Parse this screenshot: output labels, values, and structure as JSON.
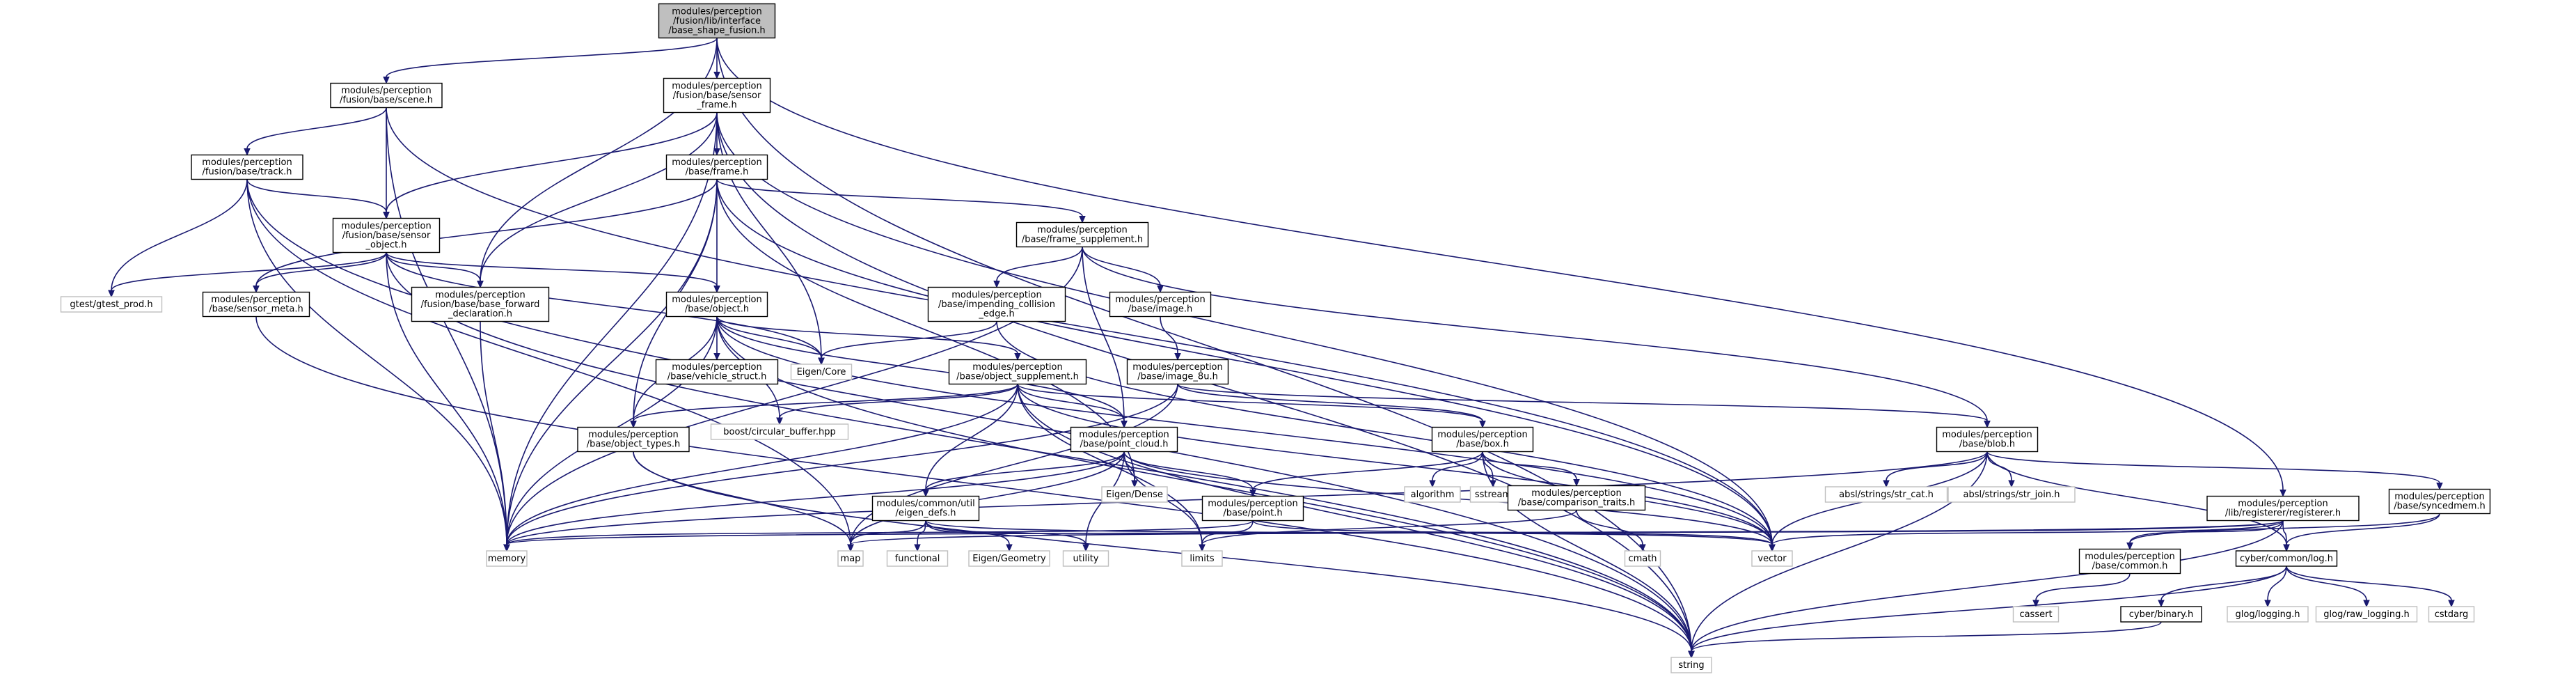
{
  "colors": {
    "edge": "#191970",
    "root_fill": "#bfbfbf",
    "system_border": "#bfbfbf",
    "node_border": "#000000"
  },
  "nodes": [
    {
      "id": "root",
      "kind": "root",
      "lines": [
        "modules/perception",
        "/fusion/lib/interface",
        "/base_shape_fusion.h"
      ]
    },
    {
      "id": "scene",
      "kind": "project",
      "lines": [
        "modules/perception",
        "/fusion/base/scene.h"
      ]
    },
    {
      "id": "sensor_frame",
      "kind": "project",
      "lines": [
        "modules/perception",
        "/fusion/base/sensor",
        "_frame.h"
      ]
    },
    {
      "id": "track",
      "kind": "project",
      "lines": [
        "modules/perception",
        "/fusion/base/track.h"
      ]
    },
    {
      "id": "frame",
      "kind": "project",
      "lines": [
        "modules/perception",
        "/base/frame.h"
      ]
    },
    {
      "id": "sensor_object",
      "kind": "project",
      "lines": [
        "modules/perception",
        "/fusion/base/sensor",
        "_object.h"
      ]
    },
    {
      "id": "frame_supplement",
      "kind": "project",
      "lines": [
        "modules/perception",
        "/base/frame_supplement.h"
      ]
    },
    {
      "id": "gtest",
      "kind": "system",
      "lines": [
        "gtest/gtest_prod.h"
      ]
    },
    {
      "id": "sensor_meta",
      "kind": "project",
      "lines": [
        "modules/perception",
        "/base/sensor_meta.h"
      ]
    },
    {
      "id": "base_forward",
      "kind": "project",
      "lines": [
        "modules/perception",
        "/fusion/base/base_forward",
        "_declaration.h"
      ]
    },
    {
      "id": "object",
      "kind": "project",
      "lines": [
        "modules/perception",
        "/base/object.h"
      ]
    },
    {
      "id": "impending",
      "kind": "project",
      "lines": [
        "modules/perception",
        "/base/impending_collision",
        "_edge.h"
      ]
    },
    {
      "id": "image",
      "kind": "project",
      "lines": [
        "modules/perception",
        "/base/image.h"
      ]
    },
    {
      "id": "vehicle_struct",
      "kind": "project",
      "lines": [
        "modules/perception",
        "/base/vehicle_struct.h"
      ]
    },
    {
      "id": "eigen_core",
      "kind": "system",
      "lines": [
        "Eigen/Core"
      ]
    },
    {
      "id": "object_supplement",
      "kind": "project",
      "lines": [
        "modules/perception",
        "/base/object_supplement.h"
      ]
    },
    {
      "id": "image_8u",
      "kind": "project",
      "lines": [
        "modules/perception",
        "/base/image_8u.h"
      ]
    },
    {
      "id": "object_types",
      "kind": "project",
      "lines": [
        "modules/perception",
        "/base/object_types.h"
      ]
    },
    {
      "id": "circular_buffer",
      "kind": "system",
      "lines": [
        "boost/circular_buffer.hpp"
      ]
    },
    {
      "id": "point_cloud",
      "kind": "project",
      "lines": [
        "modules/perception",
        "/base/point_cloud.h"
      ]
    },
    {
      "id": "box",
      "kind": "project",
      "lines": [
        "modules/perception",
        "/base/box.h"
      ]
    },
    {
      "id": "blob",
      "kind": "project",
      "lines": [
        "modules/perception",
        "/base/blob.h"
      ]
    },
    {
      "id": "eigen_defs",
      "kind": "project",
      "lines": [
        "modules/common/util",
        "/eigen_defs.h"
      ]
    },
    {
      "id": "eigen_dense",
      "kind": "system",
      "lines": [
        "Eigen/Dense"
      ]
    },
    {
      "id": "point",
      "kind": "project",
      "lines": [
        "modules/perception",
        "/base/point.h"
      ]
    },
    {
      "id": "algorithm",
      "kind": "system",
      "lines": [
        "algorithm"
      ]
    },
    {
      "id": "sstream",
      "kind": "system",
      "lines": [
        "sstream"
      ]
    },
    {
      "id": "comparison_traits",
      "kind": "project",
      "lines": [
        "modules/perception",
        "/base/comparison_traits.h"
      ]
    },
    {
      "id": "str_cat",
      "kind": "system",
      "lines": [
        "absl/strings/str_cat.h"
      ]
    },
    {
      "id": "str_join",
      "kind": "system",
      "lines": [
        "absl/strings/str_join.h"
      ]
    },
    {
      "id": "registerer",
      "kind": "project",
      "lines": [
        "modules/perception",
        "/lib/registerer/registerer.h"
      ]
    },
    {
      "id": "syncedmem",
      "kind": "project",
      "lines": [
        "modules/perception",
        "/base/syncedmem.h"
      ]
    },
    {
      "id": "memory",
      "kind": "system",
      "lines": [
        "memory"
      ]
    },
    {
      "id": "map",
      "kind": "system",
      "lines": [
        "map"
      ]
    },
    {
      "id": "functional",
      "kind": "system",
      "lines": [
        "functional"
      ]
    },
    {
      "id": "eigen_geometry",
      "kind": "system",
      "lines": [
        "Eigen/Geometry"
      ]
    },
    {
      "id": "utility",
      "kind": "system",
      "lines": [
        "utility"
      ]
    },
    {
      "id": "limits",
      "kind": "system",
      "lines": [
        "limits"
      ]
    },
    {
      "id": "vector",
      "kind": "system",
      "lines": [
        "vector"
      ]
    },
    {
      "id": "cmath",
      "kind": "system",
      "lines": [
        "cmath"
      ]
    },
    {
      "id": "base_common",
      "kind": "project",
      "lines": [
        "modules/perception",
        "/base/common.h"
      ]
    },
    {
      "id": "log",
      "kind": "project",
      "lines": [
        "cyber/common/log.h"
      ]
    },
    {
      "id": "cassert",
      "kind": "system",
      "lines": [
        "cassert"
      ]
    },
    {
      "id": "binary",
      "kind": "project",
      "lines": [
        "cyber/binary.h"
      ]
    },
    {
      "id": "glog_logging",
      "kind": "system",
      "lines": [
        "glog/logging.h"
      ]
    },
    {
      "id": "glog_raw",
      "kind": "system",
      "lines": [
        "glog/raw_logging.h"
      ]
    },
    {
      "id": "cstdarg",
      "kind": "system",
      "lines": [
        "cstdarg"
      ]
    },
    {
      "id": "string",
      "kind": "system",
      "lines": [
        "string"
      ]
    }
  ],
  "edges": [
    [
      "root",
      "scene"
    ],
    [
      "root",
      "sensor_frame"
    ],
    [
      "root",
      "base_forward"
    ],
    [
      "root",
      "registerer"
    ],
    [
      "root",
      "string"
    ],
    [
      "scene",
      "track"
    ],
    [
      "scene",
      "sensor_object"
    ],
    [
      "scene",
      "memory"
    ],
    [
      "scene",
      "vector"
    ],
    [
      "sensor_frame",
      "frame"
    ],
    [
      "sensor_frame",
      "sensor_object"
    ],
    [
      "sensor_frame",
      "base_forward"
    ],
    [
      "sensor_frame",
      "eigen_core"
    ],
    [
      "sensor_frame",
      "memory"
    ],
    [
      "sensor_frame",
      "string"
    ],
    [
      "sensor_frame",
      "vector"
    ],
    [
      "track",
      "sensor_object"
    ],
    [
      "track",
      "gtest"
    ],
    [
      "track",
      "map"
    ],
    [
      "track",
      "memory"
    ],
    [
      "track",
      "string"
    ],
    [
      "frame",
      "object"
    ],
    [
      "frame",
      "frame_supplement"
    ],
    [
      "frame",
      "sensor_meta"
    ],
    [
      "frame",
      "object_types"
    ],
    [
      "frame",
      "memory"
    ],
    [
      "frame",
      "vector"
    ],
    [
      "frame",
      "eigen_dense"
    ],
    [
      "sensor_object",
      "gtest"
    ],
    [
      "sensor_object",
      "sensor_meta"
    ],
    [
      "sensor_object",
      "base_forward"
    ],
    [
      "sensor_object",
      "object"
    ],
    [
      "sensor_object",
      "eigen_core"
    ],
    [
      "sensor_object",
      "memory"
    ],
    [
      "sensor_object",
      "string"
    ],
    [
      "frame_supplement",
      "impending"
    ],
    [
      "frame_supplement",
      "image"
    ],
    [
      "frame_supplement",
      "blob"
    ],
    [
      "frame_supplement",
      "point_cloud"
    ],
    [
      "frame_supplement",
      "memory"
    ],
    [
      "sensor_meta",
      "string"
    ],
    [
      "base_forward",
      "memory"
    ],
    [
      "object",
      "vehicle_struct"
    ],
    [
      "object",
      "object_supplement"
    ],
    [
      "object",
      "object_types"
    ],
    [
      "object",
      "point_cloud"
    ],
    [
      "object",
      "eigen_core"
    ],
    [
      "object",
      "circular_buffer"
    ],
    [
      "object",
      "memory"
    ],
    [
      "object",
      "string"
    ],
    [
      "object",
      "vector"
    ],
    [
      "impending",
      "eigen_core"
    ],
    [
      "impending",
      "vector"
    ],
    [
      "image",
      "image_8u"
    ],
    [
      "object_supplement",
      "box"
    ],
    [
      "object_supplement",
      "point_cloud"
    ],
    [
      "object_supplement",
      "object_types"
    ],
    [
      "object_supplement",
      "eigen_defs"
    ],
    [
      "object_supplement",
      "circular_buffer"
    ],
    [
      "object_supplement",
      "memory"
    ],
    [
      "object_supplement",
      "string"
    ],
    [
      "object_supplement",
      "vector"
    ],
    [
      "object_supplement",
      "limits"
    ],
    [
      "image_8u",
      "box"
    ],
    [
      "image_8u",
      "blob"
    ],
    [
      "image_8u",
      "map"
    ],
    [
      "image_8u",
      "memory"
    ],
    [
      "object_types",
      "map"
    ],
    [
      "object_types",
      "string"
    ],
    [
      "point_cloud",
      "point"
    ],
    [
      "point_cloud",
      "eigen_defs"
    ],
    [
      "point_cloud",
      "eigen_dense"
    ],
    [
      "point_cloud",
      "memory"
    ],
    [
      "point_cloud",
      "vector"
    ],
    [
      "point_cloud",
      "limits"
    ],
    [
      "point_cloud",
      "utility"
    ],
    [
      "point_cloud",
      "map"
    ],
    [
      "box",
      "algorithm"
    ],
    [
      "box",
      "sstream"
    ],
    [
      "box",
      "comparison_traits"
    ],
    [
      "box",
      "point"
    ],
    [
      "box",
      "string"
    ],
    [
      "box",
      "vector"
    ],
    [
      "blob",
      "str_cat"
    ],
    [
      "blob",
      "str_join"
    ],
    [
      "blob",
      "syncedmem"
    ],
    [
      "blob",
      "vector"
    ],
    [
      "blob",
      "string"
    ],
    [
      "blob",
      "memory"
    ],
    [
      "blob",
      "log"
    ],
    [
      "eigen_defs",
      "map"
    ],
    [
      "eigen_defs",
      "functional"
    ],
    [
      "eigen_defs",
      "eigen_geometry"
    ],
    [
      "eigen_defs",
      "utility"
    ],
    [
      "eigen_defs",
      "vector"
    ],
    [
      "point",
      "limits"
    ],
    [
      "point",
      "memory"
    ],
    [
      "point",
      "vector"
    ],
    [
      "comparison_traits",
      "cmath"
    ],
    [
      "comparison_traits",
      "limits"
    ],
    [
      "registerer",
      "log"
    ],
    [
      "registerer",
      "base_common"
    ],
    [
      "registerer",
      "map"
    ],
    [
      "registerer",
      "memory"
    ],
    [
      "registerer",
      "string"
    ],
    [
      "registerer",
      "vector"
    ],
    [
      "syncedmem",
      "log"
    ],
    [
      "syncedmem",
      "base_common"
    ],
    [
      "base_common",
      "cassert"
    ],
    [
      "log",
      "binary"
    ],
    [
      "log",
      "glog_logging"
    ],
    [
      "log",
      "glog_raw"
    ],
    [
      "log",
      "cstdarg"
    ],
    [
      "log",
      "string"
    ],
    [
      "binary",
      "string"
    ]
  ]
}
